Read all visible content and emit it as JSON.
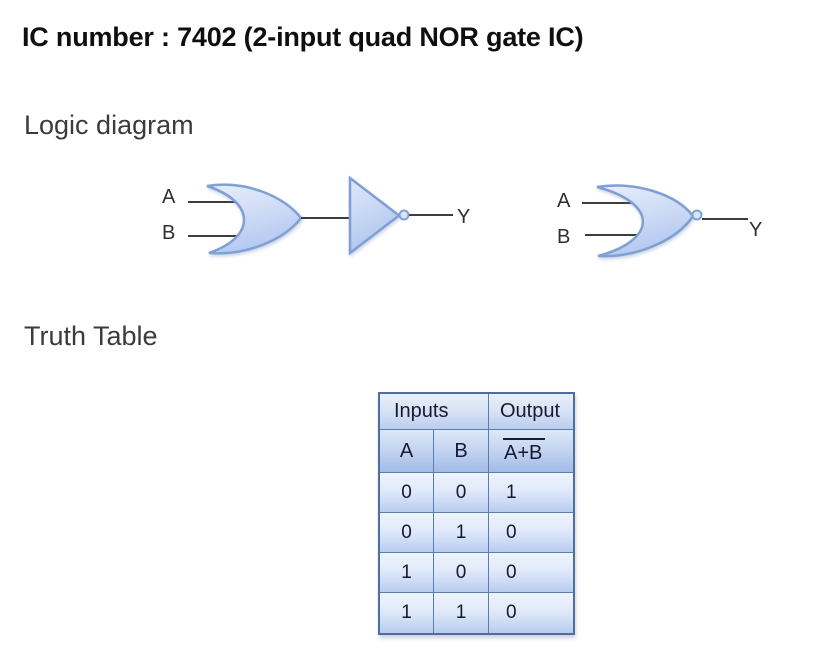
{
  "page": {
    "title": "IC number : 7402 (2-input quad NOR gate IC)"
  },
  "sections": {
    "logic_diagram_heading": "Logic diagram",
    "truth_table_heading": "Truth Table"
  },
  "diagrams": [
    {
      "name": "or-gate-with-inverter",
      "inputs": [
        "A",
        "B"
      ],
      "output": "Y"
    },
    {
      "name": "nor-gate",
      "inputs": [
        "A",
        "B"
      ],
      "output": "Y"
    }
  ],
  "table": {
    "header_groups": [
      {
        "label": "Inputs",
        "span": 2
      },
      {
        "label": "Output",
        "span": 1
      }
    ],
    "columns": [
      "A",
      "B",
      "A+B"
    ],
    "output_column_overline": true,
    "rows": [
      [
        "0",
        "0",
        "1"
      ],
      [
        "0",
        "1",
        "0"
      ],
      [
        "1",
        "0",
        "0"
      ],
      [
        "1",
        "1",
        "0"
      ]
    ]
  },
  "colors": {
    "gate_outline": "#7fa0d4",
    "gate_fill_light": "#e7eefb",
    "gate_fill_dark": "#b3c8f0",
    "table_border": "#4d6f9e",
    "table_grid_line": "#5b7cac",
    "table_cell_top": "#eff4fd",
    "table_cell_bottom": "#b8ccf0",
    "text_dark": "#191930"
  }
}
